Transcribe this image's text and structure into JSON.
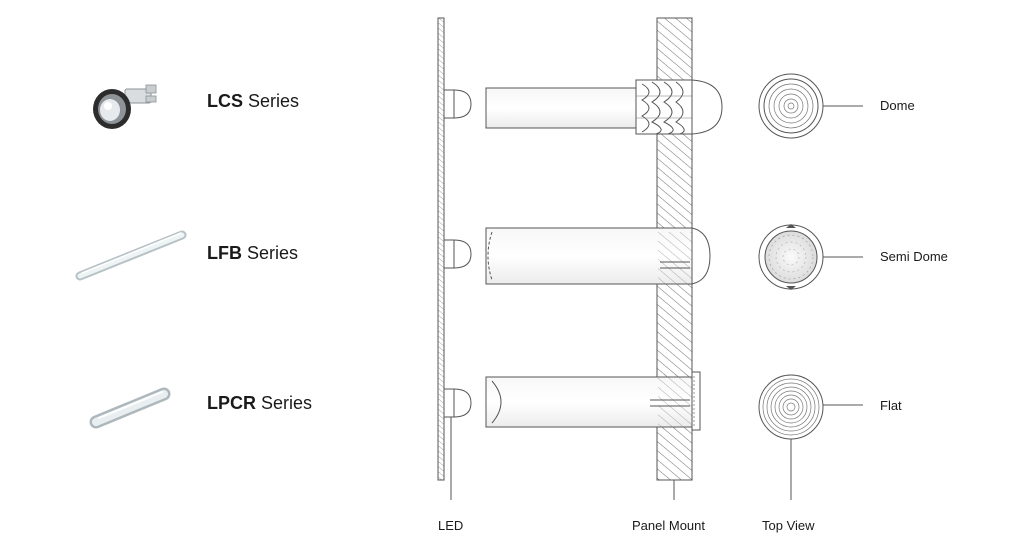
{
  "series": [
    {
      "code": "LCS",
      "suffix": "Series",
      "lens": "Dome"
    },
    {
      "code": "LFB",
      "suffix": "Series",
      "lens": "Semi Dome"
    },
    {
      "code": "LPCR",
      "suffix": "Series",
      "lens": "Flat"
    }
  ],
  "axis_labels": {
    "led": "LED",
    "panel": "Panel Mount",
    "top_view": "Top View"
  },
  "colors": {
    "line": "#555555",
    "hatch": "#777777",
    "fill": "#ffffff"
  }
}
